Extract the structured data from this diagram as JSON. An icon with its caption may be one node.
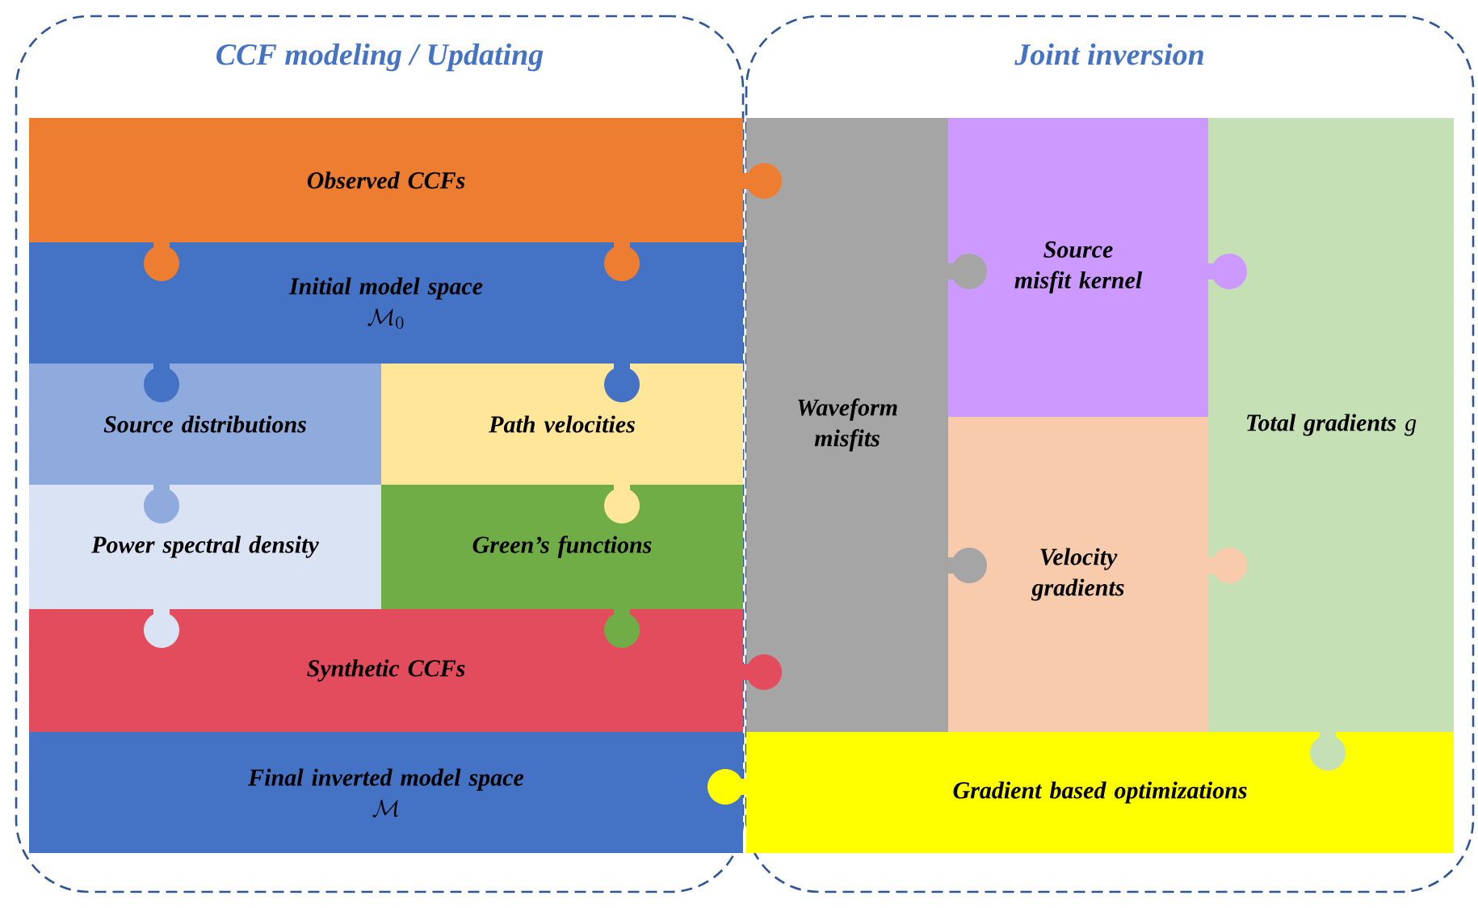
{
  "diagram": {
    "nodes": [
      {
        "text": [
          "CCF modeling / Updating"
        ]
      },
      {
        "text": [
          "Joint inversion"
        ]
      },
      {
        "text": [
          "Observed CCFs"
        ],
        "in": 0
      },
      {
        "text": [
          "Initial model space",
          "\\mathcal{M}_0"
        ],
        "in": 0
      },
      {
        "text": [
          "Source distributions"
        ],
        "in": 0
      },
      {
        "text": [
          "Path velocities"
        ],
        "in": 0
      },
      {
        "text": [
          "Power spectral density"
        ],
        "in": 0
      },
      {
        "text": [
          "Green’s functions"
        ],
        "in": 0
      },
      {
        "text": [
          "Synthetic CCFs"
        ],
        "in": 0
      },
      {
        "text": [
          "Final inverted model space",
          "\\mathcal{M}"
        ],
        "in": 0
      },
      {
        "text": [
          "Waveform misfits"
        ],
        "in": 1
      },
      {
        "text": [
          "Source misfit kernel"
        ],
        "in": 1
      },
      {
        "text": [
          "Velocity gradients"
        ],
        "in": 1
      },
      {
        "text": [
          "Total gradients",
          "\\mathit{g}"
        ],
        "in": 1
      },
      {
        "text": [
          "Gradient based optimizations"
        ],
        "in": 1
      }
    ]
  }
}
